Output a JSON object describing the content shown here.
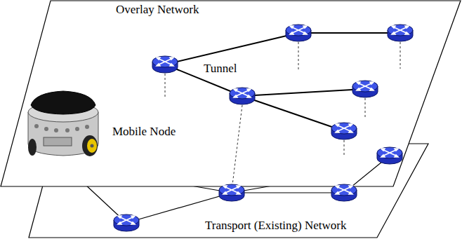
{
  "diagram": {
    "nodes": [
      {
        "text": [
          "Overlay Network"
        ]
      },
      {
        "text": [
          "Transport (Existing) Network"
        ]
      }
    ],
    "labels": [
      "Tunnel",
      "Mobile Node"
    ]
  }
}
